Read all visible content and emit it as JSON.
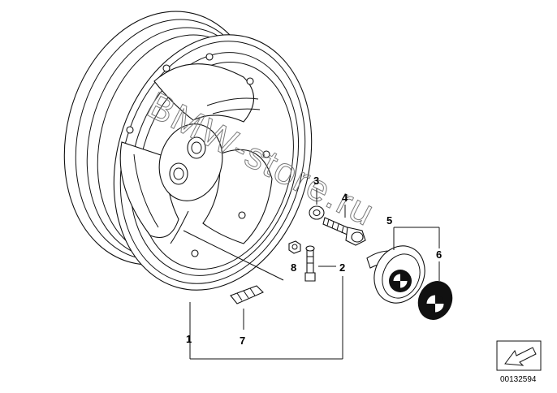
{
  "callouts": {
    "p1": "1",
    "p2": "2",
    "p3": "3",
    "p4": "4",
    "p5": "5",
    "p6": "6",
    "p7": "7",
    "p8": "8"
  },
  "watermark": "BMW-store.ru",
  "doc_number": "00132594",
  "nav_icon": "arrow-icon"
}
